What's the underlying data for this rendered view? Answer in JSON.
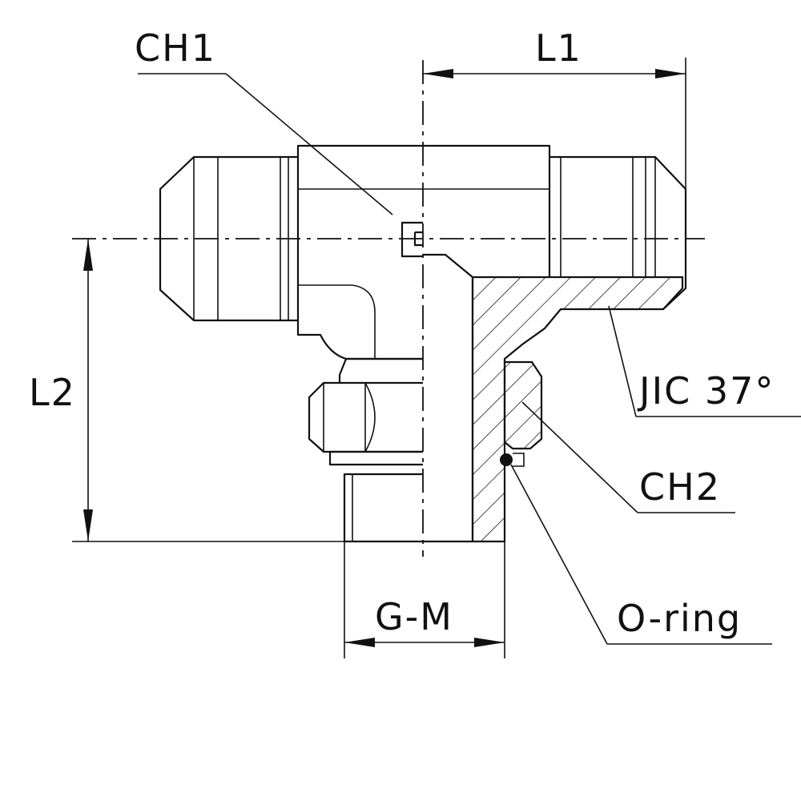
{
  "labels": {
    "ch1": "CH1",
    "l1": "L1",
    "l2": "L2",
    "jic": "JIC  37°",
    "ch2": "CH2",
    "gm": "G-M",
    "oring": "O-ring"
  }
}
